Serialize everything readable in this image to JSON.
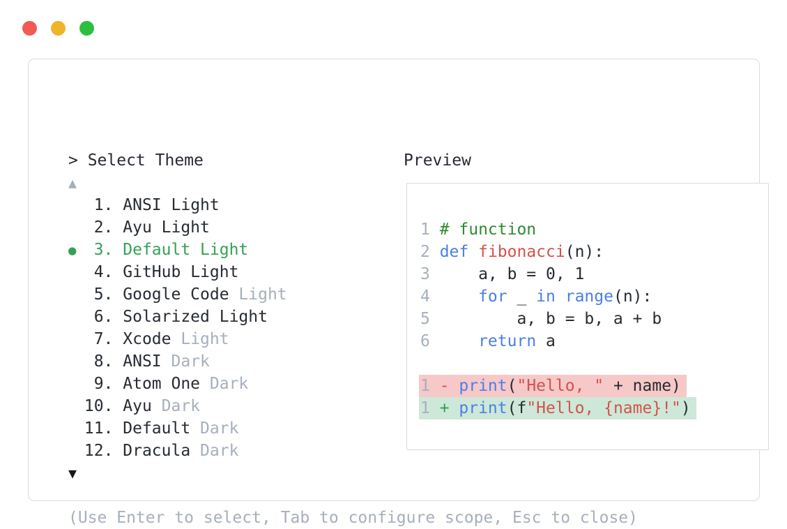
{
  "window": {
    "traffic_lights": [
      {
        "name": "close",
        "color": "#f15b55"
      },
      {
        "name": "minimize",
        "color": "#f0b429"
      },
      {
        "name": "zoom",
        "color": "#2bbf40"
      }
    ]
  },
  "theme_picker": {
    "prompt": "> Select Theme",
    "scroll_up_icon": "▲",
    "scroll_down_icon": "▼",
    "selected_marker": "●",
    "items": [
      {
        "number": "1",
        "name": "ANSI",
        "variant": "Light",
        "muted_variant": false,
        "selected": false
      },
      {
        "number": "2",
        "name": "Ayu",
        "variant": "Light",
        "muted_variant": false,
        "selected": false
      },
      {
        "number": "3",
        "name": "Default",
        "variant": "Light",
        "muted_variant": false,
        "selected": true
      },
      {
        "number": "4",
        "name": "GitHub",
        "variant": "Light",
        "muted_variant": false,
        "selected": false
      },
      {
        "number": "5",
        "name": "Google Code",
        "variant": "Light",
        "muted_variant": true,
        "selected": false
      },
      {
        "number": "6",
        "name": "Solarized",
        "variant": "Light",
        "muted_variant": false,
        "selected": false
      },
      {
        "number": "7",
        "name": "Xcode",
        "variant": "Light",
        "muted_variant": true,
        "selected": false
      },
      {
        "number": "8",
        "name": "ANSI",
        "variant": "Dark",
        "muted_variant": true,
        "selected": false
      },
      {
        "number": "9",
        "name": "Atom One",
        "variant": "Dark",
        "muted_variant": true,
        "selected": false
      },
      {
        "number": "10",
        "name": "Ayu",
        "variant": "Dark",
        "muted_variant": true,
        "selected": false
      },
      {
        "number": "11",
        "name": "Default",
        "variant": "Dark",
        "muted_variant": true,
        "selected": false
      },
      {
        "number": "12",
        "name": "Dracula",
        "variant": "Dark",
        "muted_variant": true,
        "selected": false
      }
    ],
    "hint": "(Use Enter to select, Tab to configure scope, Esc to close)"
  },
  "preview": {
    "label": "Preview",
    "code_lines": [
      {
        "num": "1",
        "tokens": [
          [
            "# function",
            "com"
          ]
        ]
      },
      {
        "num": "2",
        "tokens": [
          [
            "def",
            "kw"
          ],
          [
            " ",
            "pl"
          ],
          [
            "fibonacci",
            "fn"
          ],
          [
            "(n):",
            "pl"
          ]
        ]
      },
      {
        "num": "3",
        "tokens": [
          [
            "    a, b = 0, 1",
            "pl"
          ]
        ]
      },
      {
        "num": "4",
        "tokens": [
          [
            "    ",
            "pl"
          ],
          [
            "for",
            "kw"
          ],
          [
            " _ ",
            "pl"
          ],
          [
            "in",
            "kw"
          ],
          [
            " ",
            "pl"
          ],
          [
            "range",
            "kw"
          ],
          [
            "(n):",
            "pl"
          ]
        ]
      },
      {
        "num": "5",
        "tokens": [
          [
            "        a, b = b, a + b",
            "pl"
          ]
        ]
      },
      {
        "num": "6",
        "tokens": [
          [
            "    ",
            "pl"
          ],
          [
            "return",
            "kw"
          ],
          [
            " a",
            "pl"
          ]
        ]
      }
    ],
    "diff_lines": [
      {
        "num": "1",
        "sign": "-",
        "type": "removed",
        "tokens": [
          [
            "print",
            "kw"
          ],
          [
            "(",
            "pl"
          ],
          [
            "\"Hello, \"",
            "str"
          ],
          [
            " + name)",
            "pl"
          ]
        ]
      },
      {
        "num": "1",
        "sign": "+",
        "type": "added",
        "tokens": [
          [
            "print",
            "kw"
          ],
          [
            "(f",
            "pl"
          ],
          [
            "\"Hello, {name}!\"",
            "str"
          ],
          [
            ")",
            "pl"
          ]
        ]
      }
    ]
  },
  "colors": {
    "text": "#262b33",
    "muted": "#a6afbd",
    "border": "#d6dbe2",
    "selected": "#33a154",
    "keyword": "#4a7fe8",
    "comment": "#2e8b2e",
    "function": "#d4524c",
    "string": "#d4524c",
    "removed_bg": "#f7c8c8",
    "added_bg": "#cde8d8",
    "removed_sign": "#d4524c",
    "added_sign": "#2f9e4f"
  }
}
